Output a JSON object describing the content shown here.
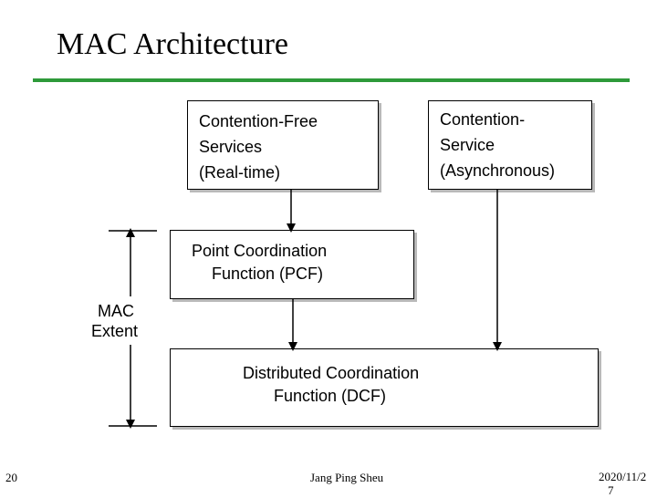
{
  "slide": {
    "title": "MAC Architecture",
    "colors": {
      "rule": "#2e9a3a",
      "box_border": "#000000",
      "box_shadow": "#b9b9b9"
    }
  },
  "boxes": {
    "contention_free": {
      "line1": "Contention-Free",
      "line2": "Services",
      "line3": "(Real-time)"
    },
    "contention_service": {
      "line1": "Contention-",
      "line2": "Service",
      "line3": "(Asynchronous)"
    },
    "pcf": {
      "line1": "Point Coordination",
      "line2": "Function (PCF)"
    },
    "dcf": {
      "line1": "Distributed Coordination",
      "line2": "Function (DCF)"
    }
  },
  "mac_extent": {
    "line1": "MAC",
    "line2": "Extent"
  },
  "footer": {
    "page_number": "20",
    "author": "Jang Ping Sheu",
    "date_line1": "2020/11/2",
    "date_line2": "7"
  }
}
